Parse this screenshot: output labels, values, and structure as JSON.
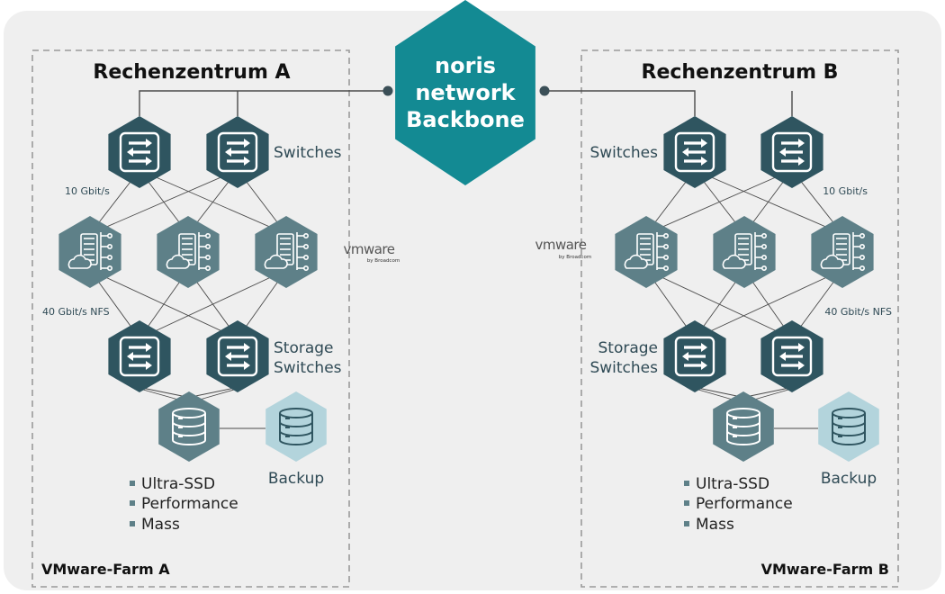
{
  "backbone": {
    "line1": "noris",
    "line2": "network",
    "line3": "Backbone"
  },
  "datacenters": [
    {
      "title": "Rechenzentrum A",
      "farm_label": "VMware-Farm A",
      "switches_label": "Switches",
      "storage_switches_label": [
        "Storage",
        "Switches"
      ],
      "link_10g": "10 Gbit/s",
      "link_40g": "40 Gbit/s NFS",
      "backup_label": "Backup",
      "storage_tiers": [
        "Ultra-SSD",
        "Performance",
        "Mass"
      ]
    },
    {
      "title": "Rechenzentrum B",
      "farm_label": "VMware-Farm B",
      "switches_label": "Switches",
      "storage_switches_label": [
        "Storage",
        "Switches"
      ],
      "link_10g": "10 Gbit/s",
      "link_40g": "40 Gbit/s NFS",
      "backup_label": "Backup",
      "storage_tiers": [
        "Ultra-SSD",
        "Performance",
        "Mass"
      ]
    }
  ],
  "vmware_logo": {
    "word": "vmware",
    "sub": "by Broadcom"
  },
  "colors": {
    "background_panel": "#efefef",
    "switch_dark": "#2f5560",
    "server_mid": "#5e8088",
    "backbone_teal": "#138a93",
    "backup_light": "#b3d4dc",
    "line": "#4a4a4a"
  },
  "icons": [
    "switch-icon",
    "server-cloud-icon",
    "database-icon",
    "hexagon-shape"
  ]
}
